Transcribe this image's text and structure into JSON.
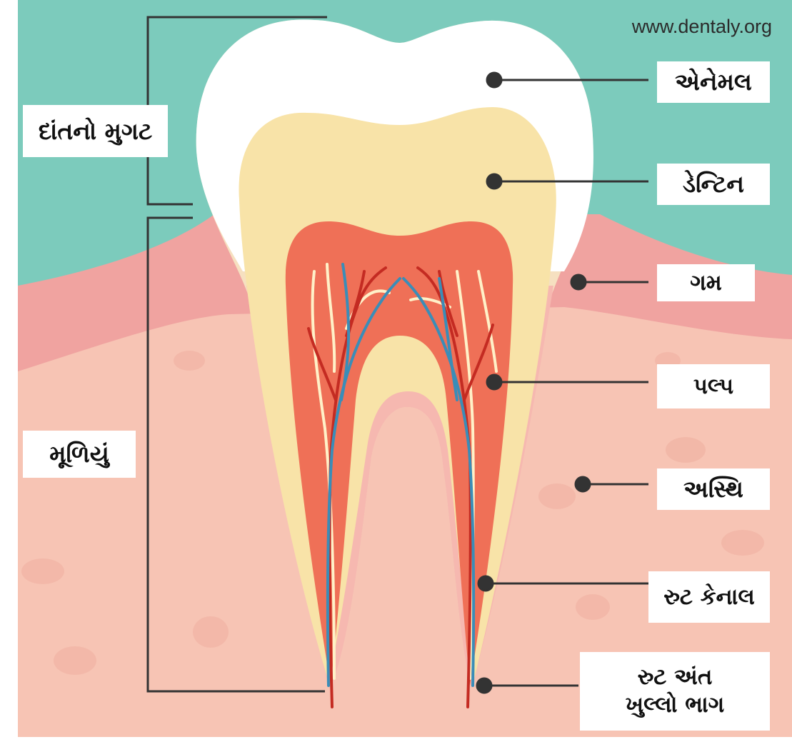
{
  "watermark": "www.dentaly.org",
  "labels": {
    "crown": "દાંતનો મુગટ",
    "root": "મૂળિયું",
    "enamel": "એનેમલ",
    "dentin": "ડેન્ટિન",
    "gum": "ગમ",
    "pulp": "પલ્પ",
    "bone": "અસ્થિ",
    "root_canal": "રુટ કેનાલ",
    "apex_line1": "રુટ અંત",
    "apex_line2": "ખુલ્લો ભાગ"
  },
  "colors": {
    "gum_background": "#7ccbbc",
    "gum_tissue": "#f0a3a0",
    "bone": "#f7c4b4",
    "enamel": "#ffffff",
    "dentin": "#f8e3a8",
    "pulp": "#ef7057",
    "artery": "#c42b22",
    "vein": "#3a8db8",
    "nerve": "#fff1c8"
  }
}
